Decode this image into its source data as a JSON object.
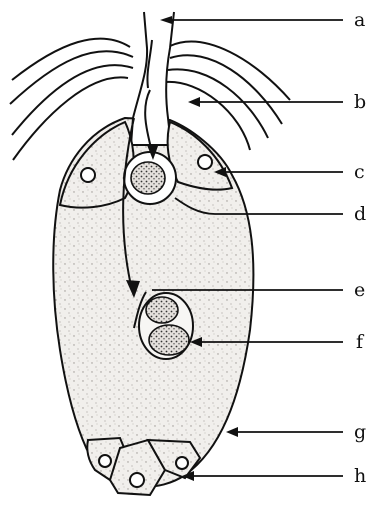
{
  "labels": {
    "a": "a",
    "b": "b",
    "c": "c",
    "d": "d",
    "e": "e",
    "f": "f",
    "g": "g",
    "h": "h"
  }
}
